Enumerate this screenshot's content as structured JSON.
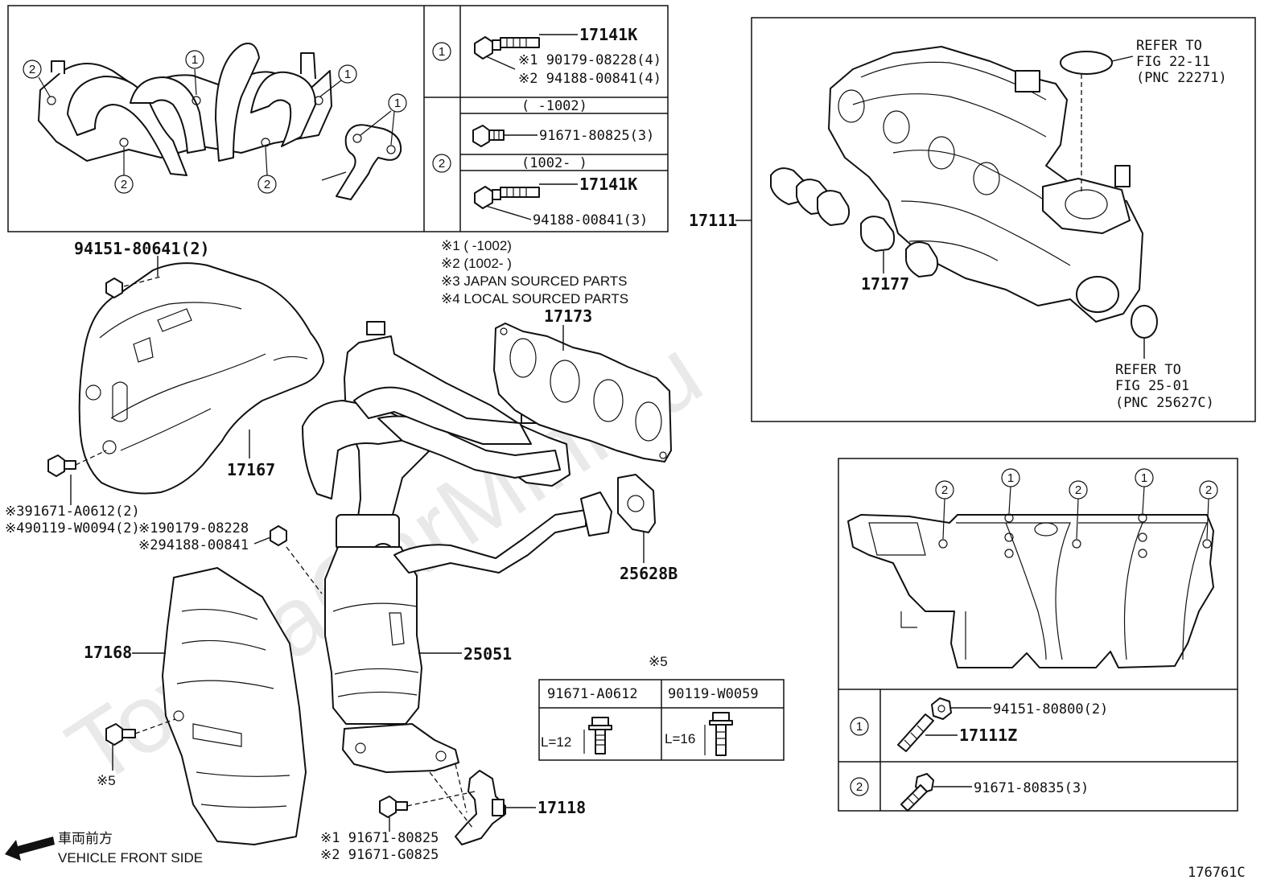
{
  "watermark": "ToyotaCarMini.ru",
  "figure_id": "176761C",
  "front_side": {
    "jp": "車両前方",
    "en": "VEHICLE FRONT SIDE"
  },
  "notes": {
    "n1": "※1 (      -1002)",
    "n2": "※2 (1002-      )",
    "n3": "※3 JAPAN SOURCED PARTS",
    "n4": "※4 LOCAL SOURCED PARTS"
  },
  "top_table": {
    "row1": {
      "num": "1",
      "stud": "17141K",
      "nut1": "※1 90179-08228(4)",
      "nut2": "※2 94188-00841(4)"
    },
    "row2": {
      "num": "2",
      "range1": "(      -1002)",
      "bolt": "91671-80825(3)",
      "range2": "(1002-      )",
      "stud": "17141K",
      "nut": "94188-00841(3)"
    }
  },
  "manifold_markers": [
    "1",
    "2"
  ],
  "parts": {
    "p94151_80641": "94151-80641(2)",
    "p17167": "17167",
    "p91671_A0612": "※391671-A0612(2)",
    "p90119_W0094": "※490119-W0094(2)",
    "p90179_08228": "※190179-08228",
    "p94188_00841": "※294188-00841",
    "p17173": "17173",
    "p25628B": "25628B",
    "p25051": "25051",
    "p17168": "17168",
    "p5": "※5",
    "p17118": "17118",
    "p91671_80825": "※1 91671-80825",
    "p91671_G0825": "※2 91671-G0825",
    "p17111": "17111",
    "p17177": "17177"
  },
  "refer1": {
    "l1": "REFER TO",
    "l2": "FIG 22-11",
    "l3": "(PNC 22271)"
  },
  "refer2": {
    "l1": "REFER TO",
    "l2": "FIG 25-01",
    "l3": "(PNC 25627C)"
  },
  "bolt_table": {
    "title": "※5",
    "col1": "91671-A0612",
    "col2": "90119-W0059",
    "len1": "L=12",
    "len2": "L=16"
  },
  "bottom_table": {
    "row1": {
      "num": "1",
      "nut": "94151-80800(2)",
      "stud": "17111Z"
    },
    "row2": {
      "num": "2",
      "bolt": "91671-80835(3)"
    }
  }
}
